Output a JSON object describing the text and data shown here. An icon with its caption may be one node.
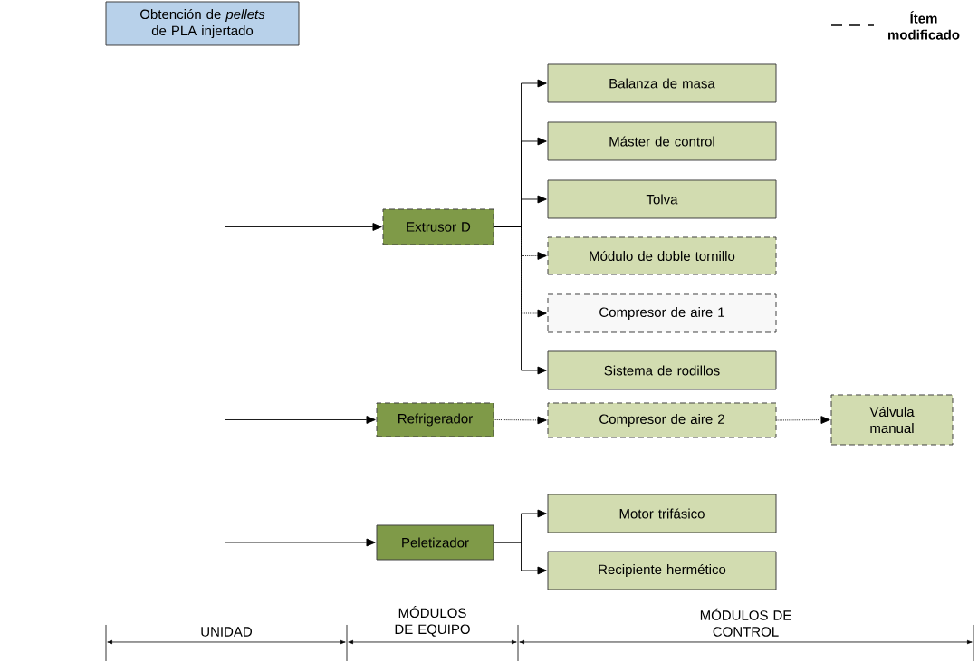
{
  "diagram": {
    "nodes": [
      {
        "text": [
          "Obtención de *pellets* de PLA injertado"
        ]
      },
      {
        "text": [
          "Extrusor D"
        ]
      },
      {
        "text": [
          "Refrigerador"
        ]
      },
      {
        "text": [
          "Peletizador"
        ]
      },
      {
        "text": [
          "Balanza de masa"
        ]
      },
      {
        "text": [
          "Máster de control"
        ]
      },
      {
        "text": [
          "Tolva"
        ]
      },
      {
        "text": [
          "Módulo de doble tornillo"
        ]
      },
      {
        "text": [
          "Compresor de aire 1"
        ]
      },
      {
        "text": [
          "Sistema de rodillos"
        ]
      },
      {
        "text": [
          "Compresor de aire 2"
        ]
      },
      {
        "text": [
          "Válvula manual"
        ]
      },
      {
        "text": [
          "Motor trifásico"
        ]
      },
      {
        "text": [
          "Recipiente hermético"
        ]
      }
    ],
    "edges": [
      {
        "from": 0,
        "to": 1,
        "arrow": "to"
      },
      {
        "from": 0,
        "to": 2,
        "arrow": "to"
      },
      {
        "from": 0,
        "to": 3,
        "arrow": "to"
      },
      {
        "from": 1,
        "to": 4,
        "arrow": "to"
      },
      {
        "from": 1,
        "to": 5,
        "arrow": "to"
      },
      {
        "from": 1,
        "to": 6,
        "arrow": "to"
      },
      {
        "from": 1,
        "to": 7,
        "arrow": "to",
        "style": "dashed"
      },
      {
        "from": 1,
        "to": 8,
        "arrow": "to",
        "style": "dashed"
      },
      {
        "from": 1,
        "to": 9,
        "arrow": "to"
      },
      {
        "from": 2,
        "to": 10,
        "arrow": "to",
        "style": "dashed"
      },
      {
        "from": 10,
        "to": 11,
        "arrow": "to",
        "style": "dashed"
      },
      {
        "from": 3,
        "to": 12,
        "arrow": "to"
      },
      {
        "from": 3,
        "to": 13,
        "arrow": "to"
      }
    ],
    "labels": [
      "UNIDAD",
      "MÓDULOS DE EQUIPO",
      "MÓDULOS DE CONTROL"
    ],
    "legend": [
      {
        "text": "Ítem modificado"
      }
    ]
  }
}
